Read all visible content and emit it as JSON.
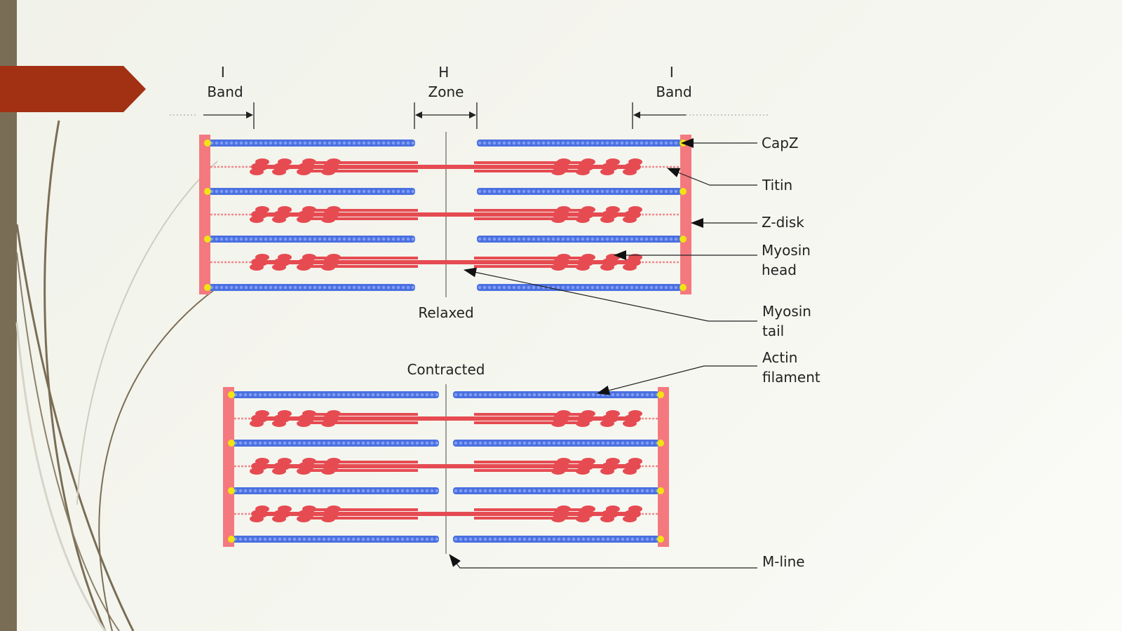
{
  "labels": {
    "i_band_left": [
      "I",
      "Band"
    ],
    "h_zone": [
      "H",
      "Zone"
    ],
    "i_band_right": [
      "I",
      "Band"
    ],
    "capz": "CapZ",
    "titin": "Titin",
    "z_disk": "Z-disk",
    "myosin_head": [
      "Myosin",
      "head"
    ],
    "myosin_tail": [
      "Myosin",
      "tail"
    ],
    "actin_filament": [
      "Actin",
      "filament"
    ],
    "m_line": "M-line",
    "relaxed": "Relaxed",
    "contracted": "Contracted"
  },
  "colors": {
    "sidebar": "#7a6d55",
    "title_tab": "#a23012",
    "actin": "#4a6fe0",
    "actin_dot": "#7f9cf5",
    "myosin": "#e64b52",
    "myosin_light": "#f08a8e",
    "z_disk": "#f4797f",
    "capz": "#f2e312",
    "line": "#333333"
  }
}
